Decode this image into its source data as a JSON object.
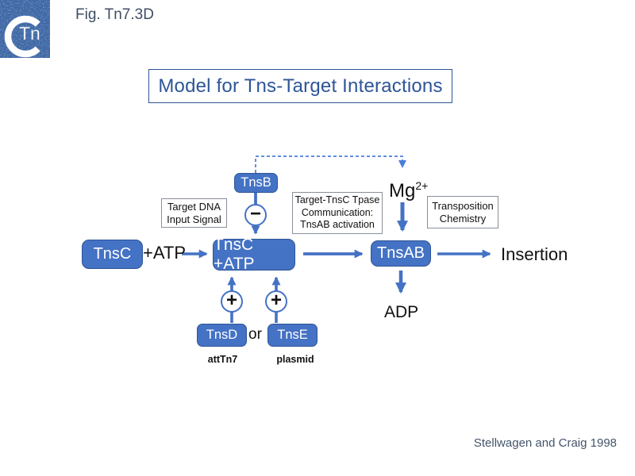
{
  "page": {
    "fig_label": "Fig. Tn7.3D",
    "title": "Model for Tns-Target Interactions",
    "citation": "Stellwagen and Craig 1998",
    "logo_text": "Tn"
  },
  "colors": {
    "box_blue": "#4472C4",
    "box_border": "#2F5597",
    "arrow_blue": "#4472C4",
    "dash_blue": "#4A7EDB",
    "title_blue": "#2E5597",
    "citation_color": "#44546A",
    "fig_label_color": "#3F4D63"
  },
  "nodes": {
    "tnsb": "TnsB",
    "tnsc": "TnsC",
    "tnsc_atp": "TnsC +ATP",
    "tnsab": "TnsAB",
    "tnsd": "TnsD",
    "tnse": "TnsE"
  },
  "labels": {
    "plus_atp": "+ATP",
    "insertion": "Insertion",
    "mg_base": "Mg",
    "mg_sup": "2+",
    "adp": "ADP",
    "or": "or",
    "atttn7": "attTn7",
    "plasmid": "plasmid",
    "minus": "−",
    "plus": "+"
  },
  "annotations": {
    "target_dna": [
      "Target DNA",
      "Input Signal"
    ],
    "communication": [
      "Target-TnsC Tpase",
      "Communication:",
      "TnsAB activation"
    ],
    "chemistry": [
      "Transposition",
      "Chemistry"
    ]
  }
}
